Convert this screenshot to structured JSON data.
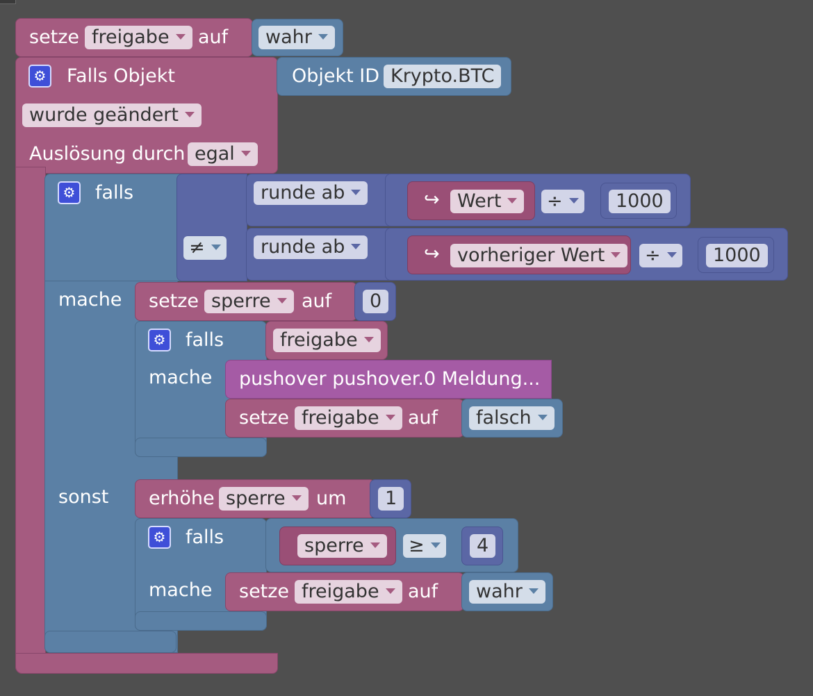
{
  "blocks": {
    "set_freigabe_top": {
      "setze": "setze",
      "var": "freigabe",
      "auf": "auf",
      "value": "wahr"
    },
    "trigger": {
      "falls_objekt": "Falls Objekt",
      "objekt_id_label": "Objekt ID",
      "objekt_id": "Krypto.BTC",
      "wurde_geaendert": "wurde geändert",
      "ausloesung_label": "Auslösung durch",
      "ausloesung_value": "egal"
    },
    "if_outer": {
      "falls": "falls",
      "runde1": "runde ab",
      "wert_arrow": "↪",
      "wert": "Wert",
      "div1": "÷",
      "num1": "1000",
      "compare": "≠",
      "runde2": "runde ab",
      "vwert_arrow": "↪",
      "vwert": "vorheriger Wert",
      "div2": "÷",
      "num2": "1000",
      "mache": "mache",
      "sonst": "sonst"
    },
    "set_sperre": {
      "setze": "setze",
      "var": "sperre",
      "auf": "auf",
      "value": "0"
    },
    "if_inner1": {
      "falls": "falls",
      "var": "freigabe",
      "mache": "mache"
    },
    "pushover": {
      "text": "pushover pushover.0 Meldung..."
    },
    "set_freigabe_false": {
      "setze": "setze",
      "var": "freigabe",
      "auf": "auf",
      "value": "falsch"
    },
    "erhoehe": {
      "label": "erhöhe",
      "var": "sperre",
      "um": "um",
      "value": "1"
    },
    "if_inner2": {
      "falls": "falls",
      "var": "sperre",
      "op": "≥",
      "value": "4",
      "mache": "mache"
    },
    "set_freigabe_true": {
      "setze": "setze",
      "var": "freigabe",
      "auf": "auf",
      "value": "wahr"
    }
  },
  "icons": {
    "gear": "gear-icon",
    "dropdown": "chevron-down-icon"
  },
  "colors": {
    "workspace": "#4f4f4f",
    "variables": "#a55b80",
    "control": "#5b80a5",
    "math": "#5b67a5",
    "pushover": "#a55ba5"
  }
}
